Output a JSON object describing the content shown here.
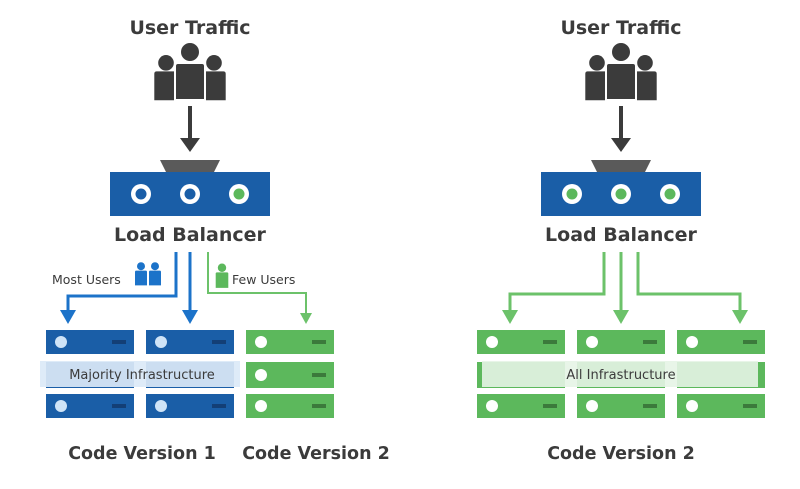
{
  "colors": {
    "blue": "#1a5ea7",
    "blue_dark": "#133f76",
    "blue_arrow": "#1c73c9",
    "green": "#5cb85c",
    "green_arrow": "#6cc26a",
    "dark": "#3b3b3b",
    "light_dot": "#cfe4f7"
  },
  "icons": [
    "users-group-icon",
    "load-balancer-icon",
    "server-icon",
    "user-icon",
    "arrow-icon"
  ],
  "left": {
    "traffic_label": "User Traffic",
    "load_balancer_label": "Load Balancer",
    "most_users_label": "Most Users",
    "few_users_label": "Few Users",
    "infra_label": "Majority Infrastructure",
    "version1_label": "Code Version 1",
    "version2_label": "Code Version 2"
  },
  "right": {
    "traffic_label": "User Traffic",
    "load_balancer_label": "Load Balancer",
    "infra_label": "All Infrastructure",
    "version_label": "Code Version 2"
  }
}
